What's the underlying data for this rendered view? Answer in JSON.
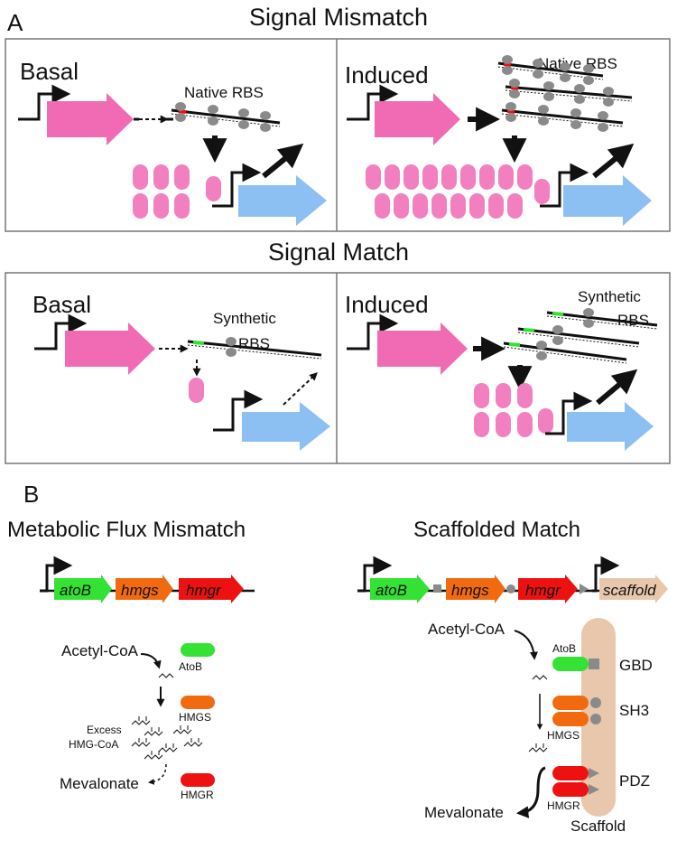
{
  "panelA": {
    "letter": "A",
    "mismatch": {
      "title": "Signal Mismatch",
      "basal": {
        "label": "Basal",
        "rbs": "Native RBS"
      },
      "induced": {
        "label": "Induced",
        "rbs": "Native RBS"
      }
    },
    "match": {
      "title": "Signal Match",
      "basal": {
        "label": "Basal",
        "rbs_line1": "Synthetic",
        "rbs_line2": "RBS"
      },
      "induced": {
        "label": "Induced",
        "rbs_line1": "Synthetic",
        "rbs_line2": "RBS"
      }
    }
  },
  "panelB": {
    "letter": "B",
    "left": {
      "title": "Metabolic Flux Mismatch",
      "genes": [
        "atoB",
        "hmgs",
        "hmgr"
      ],
      "substrate": "Acetyl-CoA",
      "enzymes": [
        "AtoB",
        "HMGS",
        "HMGR"
      ],
      "excess_line1": "Excess",
      "excess_line2": "HMG-CoA",
      "product": "Mevalonate"
    },
    "right": {
      "title": "Scaffolded Match",
      "genes": [
        "atoB",
        "hmgs",
        "hmgr",
        "scaffold"
      ],
      "substrate": "Acetyl-CoA",
      "enzymes": [
        "AtoB",
        "HMGS",
        "HMGR"
      ],
      "domains": [
        "GBD",
        "SH3",
        "PDZ"
      ],
      "scaffold_label": "Scaffold",
      "product": "Mevalonate"
    }
  },
  "colors": {
    "pink": "#f06bb4",
    "pink_light": "#f27fc0",
    "blue": "#8cc0f2",
    "green": "#33e233",
    "orange": "#f26a10",
    "red": "#ee1111",
    "tan": "#e8c7ad",
    "gray": "#8a8a8a"
  }
}
